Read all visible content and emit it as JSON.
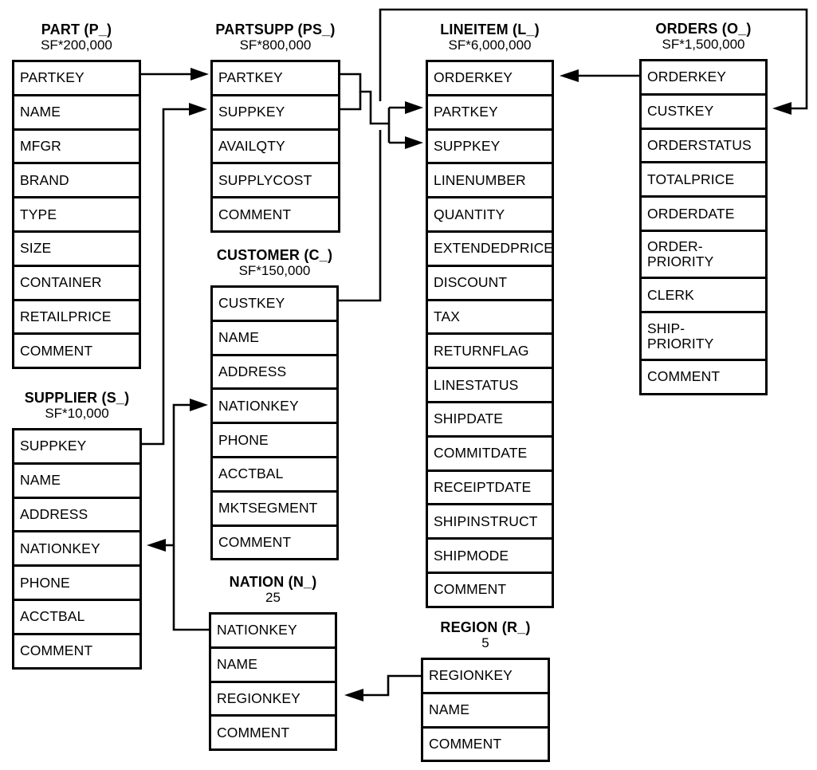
{
  "tables": [
    {
      "id": "part",
      "title": "PART (P_)",
      "cardinality": "SF*200,000",
      "columns": [
        "PARTKEY",
        "NAME",
        "MFGR",
        "BRAND",
        "TYPE",
        "SIZE",
        "CONTAINER",
        "RETAILPRICE",
        "COMMENT"
      ]
    },
    {
      "id": "partsupp",
      "title": "PARTSUPP (PS_)",
      "cardinality": "SF*800,000",
      "columns": [
        "PARTKEY",
        "SUPPKEY",
        "AVAILQTY",
        "SUPPLYCOST",
        "COMMENT"
      ]
    },
    {
      "id": "lineitem",
      "title": "LINEITEM (L_)",
      "cardinality": "SF*6,000,000",
      "columns": [
        "ORDERKEY",
        "PARTKEY",
        "SUPPKEY",
        "LINENUMBER",
        "QUANTITY",
        "EXTENDEDPRICE",
        "DISCOUNT",
        "TAX",
        "RETURNFLAG",
        "LINESTATUS",
        "SHIPDATE",
        "COMMITDATE",
        "RECEIPTDATE",
        "SHIPINSTRUCT",
        "SHIPMODE",
        "COMMENT"
      ]
    },
    {
      "id": "orders",
      "title": "ORDERS (O_)",
      "cardinality": "SF*1,500,000",
      "columns": [
        "ORDERKEY",
        "CUSTKEY",
        "ORDERSTATUS",
        "TOTALPRICE",
        "ORDERDATE",
        "ORDER-\nPRIORITY",
        "CLERK",
        "SHIP-\nPRIORITY",
        "COMMENT"
      ]
    },
    {
      "id": "supplier",
      "title": "SUPPLIER (S_)",
      "cardinality": "SF*10,000",
      "columns": [
        "SUPPKEY",
        "NAME",
        "ADDRESS",
        "NATIONKEY",
        "PHONE",
        "ACCTBAL",
        "COMMENT"
      ]
    },
    {
      "id": "customer",
      "title": "CUSTOMER (C_)",
      "cardinality": "SF*150,000",
      "columns": [
        "CUSTKEY",
        "NAME",
        "ADDRESS",
        "NATIONKEY",
        "PHONE",
        "ACCTBAL",
        "MKTSEGMENT",
        "COMMENT"
      ]
    },
    {
      "id": "nation",
      "title": "NATION (N_)",
      "cardinality": "25",
      "columns": [
        "NATIONKEY",
        "NAME",
        "REGIONKEY",
        "COMMENT"
      ]
    },
    {
      "id": "region",
      "title": "REGION (R_)",
      "cardinality": "5",
      "columns": [
        "REGIONKEY",
        "NAME",
        "COMMENT"
      ]
    }
  ],
  "relationships": [
    {
      "from": "PART.PARTKEY",
      "to": "PARTSUPP.PARTKEY"
    },
    {
      "from": "SUPPLIER.SUPPKEY",
      "to": "PARTSUPP.SUPPKEY"
    },
    {
      "from": "PARTSUPP.PARTKEY",
      "to": "LINEITEM.PARTKEY"
    },
    {
      "from": "PARTSUPP.SUPPKEY",
      "to": "LINEITEM.SUPPKEY"
    },
    {
      "from": "ORDERS.ORDERKEY",
      "to": "LINEITEM.ORDERKEY"
    },
    {
      "from": "CUSTOMER.CUSTKEY",
      "to": "ORDERS.CUSTKEY"
    },
    {
      "from": "NATION.NATIONKEY",
      "to": "CUSTOMER.NATIONKEY"
    },
    {
      "from": "NATION.NATIONKEY",
      "to": "SUPPLIER.NATIONKEY"
    },
    {
      "from": "REGION.REGIONKEY",
      "to": "NATION.REGIONKEY"
    }
  ],
  "colors": {
    "line": "#000000",
    "background": "#ffffff",
    "text": "#000000"
  }
}
